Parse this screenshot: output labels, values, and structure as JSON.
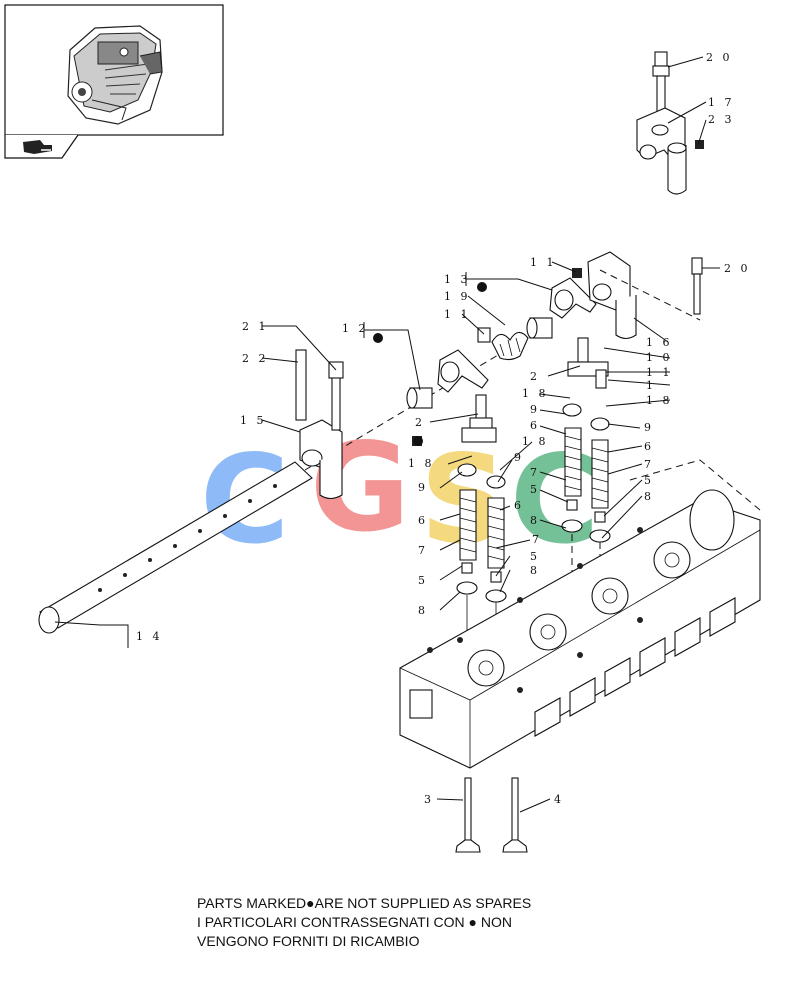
{
  "thumbnail": {
    "icon": "engine-thumbnail-icon",
    "nav_icon": "arrow-pointer-icon"
  },
  "watermark": {
    "letters": [
      "C",
      "G",
      "S",
      "C"
    ],
    "colors": [
      "#6fa8f5",
      "#f07878",
      "#f2cf5a",
      "#4fb07a"
    ]
  },
  "callouts": [
    {
      "id": "c20a",
      "text": "2 0"
    },
    {
      "id": "c17",
      "text": "1 7"
    },
    {
      "id": "c23",
      "text": "2 3"
    },
    {
      "id": "c11a",
      "text": "1 1"
    },
    {
      "id": "c20b",
      "text": "2 0"
    },
    {
      "id": "c13",
      "text": "1 3"
    },
    {
      "id": "c19",
      "text": "1 9"
    },
    {
      "id": "c11b",
      "text": "1 1"
    },
    {
      "id": "c21",
      "text": "2 1"
    },
    {
      "id": "c12",
      "text": "1 2"
    },
    {
      "id": "c22",
      "text": "2 2"
    },
    {
      "id": "c16",
      "text": "1 6"
    },
    {
      "id": "c10",
      "text": "1 0"
    },
    {
      "id": "c11c",
      "text": "1 1"
    },
    {
      "id": "c1",
      "text": "1"
    },
    {
      "id": "c18a",
      "text": "1 8"
    },
    {
      "id": "c18b",
      "text": "1 8"
    },
    {
      "id": "c2a",
      "text": "2"
    },
    {
      "id": "c2b",
      "text": "2"
    },
    {
      "id": "c15",
      "text": "1 5"
    },
    {
      "id": "c9a",
      "text": "9"
    },
    {
      "id": "c9b",
      "text": "9"
    },
    {
      "id": "c6a",
      "text": "6"
    },
    {
      "id": "c6b",
      "text": "6"
    },
    {
      "id": "c7a",
      "text": "7"
    },
    {
      "id": "c7b",
      "text": "7"
    },
    {
      "id": "c5a",
      "text": "5"
    },
    {
      "id": "c5b",
      "text": "5"
    },
    {
      "id": "c8a",
      "text": "8"
    },
    {
      "id": "c8b",
      "text": "8"
    },
    {
      "id": "c18c",
      "text": "1 8"
    },
    {
      "id": "c9c",
      "text": "9"
    },
    {
      "id": "c18d",
      "text": "1 8"
    },
    {
      "id": "c9d",
      "text": "9"
    },
    {
      "id": "c6c",
      "text": "6"
    },
    {
      "id": "c6d",
      "text": "6"
    },
    {
      "id": "c7c",
      "text": "7"
    },
    {
      "id": "c7d",
      "text": "7"
    },
    {
      "id": "c5c",
      "text": "5"
    },
    {
      "id": "c5d",
      "text": "5"
    },
    {
      "id": "c8c",
      "text": "8"
    },
    {
      "id": "c8d",
      "text": "8"
    },
    {
      "id": "c14",
      "text": "1 4"
    },
    {
      "id": "c3",
      "text": "3"
    },
    {
      "id": "c4",
      "text": "4"
    }
  ],
  "note": {
    "line1": "PARTS MARKED●ARE NOT SUPPLIED AS SPARES",
    "line2": "I  PARTICOLARI  CONTRASSEGNATI  CON ● NON",
    "line3": "VENGONO FORNITI DI RICAMBIO"
  }
}
